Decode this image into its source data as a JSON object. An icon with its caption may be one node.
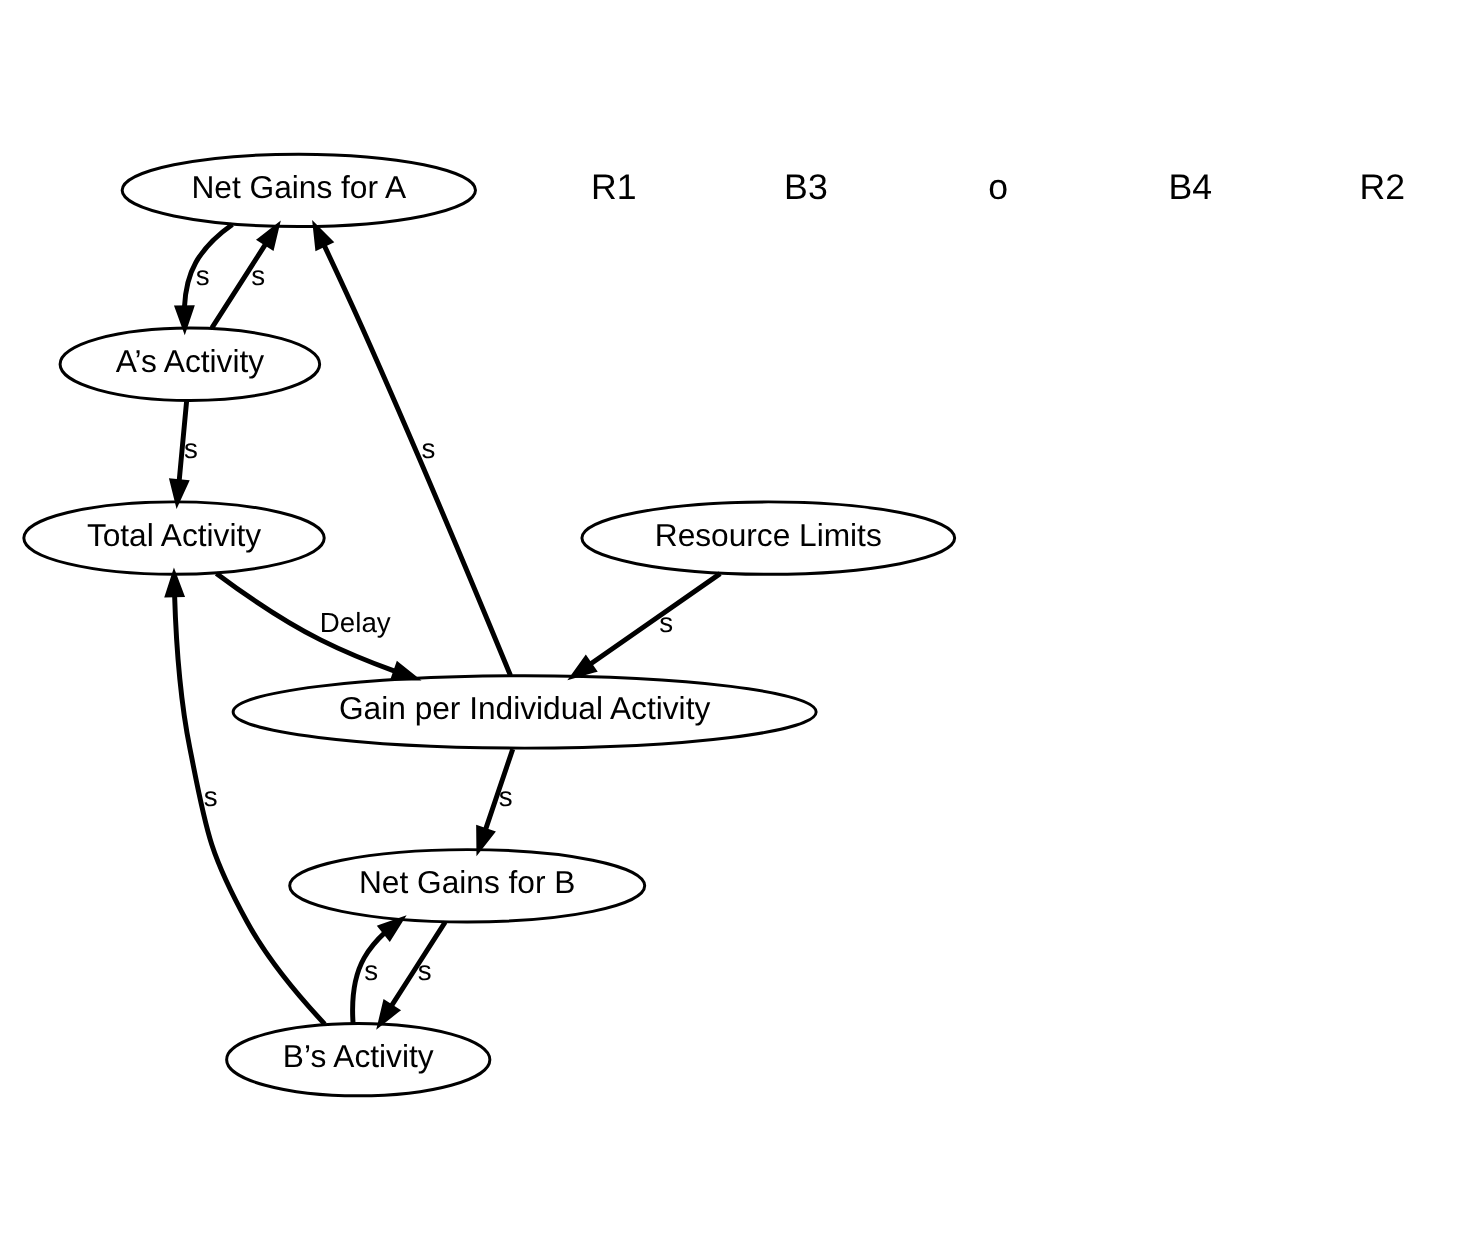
{
  "diagram": {
    "nodes": [
      {
        "text": [
          "Net Gains for A"
        ]
      },
      {
        "text": [
          "A’s Activity"
        ]
      },
      {
        "text": [
          "Resource Limits"
        ]
      },
      {
        "text": [
          "Total Activity"
        ]
      },
      {
        "text": [
          "Gain per Individual Activity"
        ]
      },
      {
        "text": [
          "B’s Activity"
        ]
      },
      {
        "text": [
          "Net Gains for B"
        ]
      }
    ],
    "edges": [
      {
        "from": 0,
        "to": 1,
        "arrow": "to",
        "label": "s"
      },
      {
        "from": 1,
        "to": 0,
        "arrow": "to",
        "label": "s"
      },
      {
        "from": 1,
        "to": 3,
        "arrow": "to",
        "label": "s"
      },
      {
        "from": 3,
        "to": 4,
        "arrow": "to",
        "label": "Delay"
      },
      {
        "from": 4,
        "to": 0,
        "arrow": "to",
        "label": "s"
      },
      {
        "from": 2,
        "to": 4,
        "arrow": "to",
        "label": "s"
      },
      {
        "from": 4,
        "to": 6,
        "arrow": "to",
        "label": "s"
      },
      {
        "from": 5,
        "to": 3,
        "arrow": "to",
        "label": "s"
      },
      {
        "from": 5,
        "to": 6,
        "arrow": "to",
        "label": "s"
      },
      {
        "from": 6,
        "to": 5,
        "arrow": "to",
        "label": "s"
      }
    ],
    "labels": [
      "R1",
      "B3",
      "o",
      "B4",
      "R2"
    ]
  }
}
